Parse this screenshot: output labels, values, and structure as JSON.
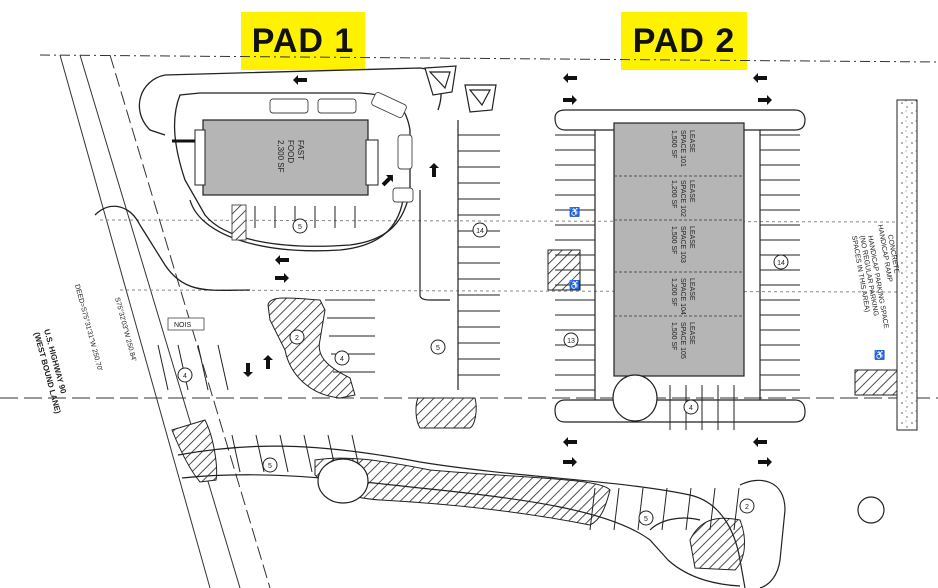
{
  "pads": {
    "pad1": "PAD 1",
    "pad2": "PAD 2"
  },
  "building": {
    "line1": "FAST",
    "line2": "FOOD",
    "line3": "2,300 SF"
  },
  "lease_spaces": [
    {
      "title": "LEASE",
      "space": "SPACE 101",
      "area": "1,500 SF"
    },
    {
      "title": "LEASE",
      "space": "SPACE 102",
      "area": "1,200 SF"
    },
    {
      "title": "LEASE",
      "space": "SPACE 103",
      "area": "1,500 SF"
    },
    {
      "title": "LEASE",
      "space": "SPACE 104",
      "area": "1,200 SF"
    },
    {
      "title": "LEASE",
      "space": "SPACE 105",
      "area": "1,500 SF"
    }
  ],
  "parking_counts": {
    "drive_thru": "5",
    "pad1_island": "2",
    "pad1_row": "4",
    "left_row": "4",
    "center_row_top": "14",
    "center_row_bottom": "5",
    "pad2_west": "13",
    "pad2_east": "14",
    "pad2_south": "4",
    "south_row_left": "5",
    "south_row_right": "5",
    "southeast": "2"
  },
  "road": {
    "name_line1": "U.S. HIGHWAY 90",
    "name_line2": "(WEST BOUND LANE)",
    "bearing_line1": "S75°32'03\"W 250.84'",
    "bearing_line2": "DEED=S75°31'31\"W 250.70'",
    "sign": "NOIS"
  },
  "notes": {
    "concrete_line1": "CONCRETE",
    "concrete_line2": "HANDICAP RAMP",
    "handicap_line1": "HANDICAP PARKING SPACE",
    "handicap_line2": "(NO REGULAR PARKING",
    "handicap_line3": "SPACES IN THIS AREA)"
  },
  "colors": {
    "badge": "#fff200",
    "building": "#b5b5b5",
    "lines": "#222222"
  }
}
